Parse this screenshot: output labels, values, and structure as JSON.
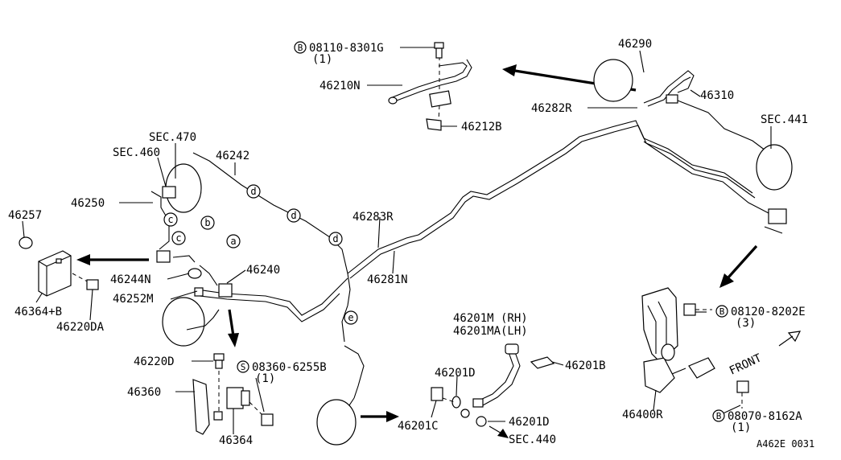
{
  "diagram_code": "A462E 0031",
  "parts": {
    "p46290": "46290",
    "p46310": "46310",
    "p46210N": "46210N",
    "p46212B": "46212B",
    "p46282R": "46282R",
    "p46242": "46242",
    "p46250": "46250",
    "p46257": "46257",
    "p46364B": "46364+B",
    "p46220DA": "46220DA",
    "p46244N": "46244N",
    "p46240": "46240",
    "p46252M": "46252M",
    "p46283R": "46283R",
    "p46281N": "46281N",
    "p46220D": "46220D",
    "p46360": "46360",
    "p46364": "46364",
    "p46201M": "46201M (RH)",
    "p46201MA": "46201MA(LH)",
    "p46201B": "46201B",
    "p46201D_a": "46201D",
    "p46201C": "46201C",
    "p46201D_b": "46201D",
    "p46400R": "46400R"
  },
  "sections": {
    "sec470": "SEC.470",
    "sec460": "SEC.460",
    "sec441": "SEC.441",
    "sec440": "SEC.440"
  },
  "fasteners": {
    "b08110": {
      "prefix": "B",
      "code": "08110-8301G",
      "qty": "(1)"
    },
    "s08360": {
      "prefix": "S",
      "code": "08360-6255B",
      "qty": "(1)"
    },
    "b08120": {
      "prefix": "B",
      "code": "08120-8202E",
      "qty": "(3)"
    },
    "b08070": {
      "prefix": "B",
      "code": "08070-8162A",
      "qty": "(1)"
    }
  },
  "markers": {
    "a": "a",
    "b": "b",
    "c": "c",
    "d": "d",
    "e": "e"
  },
  "direction": "FRONT"
}
